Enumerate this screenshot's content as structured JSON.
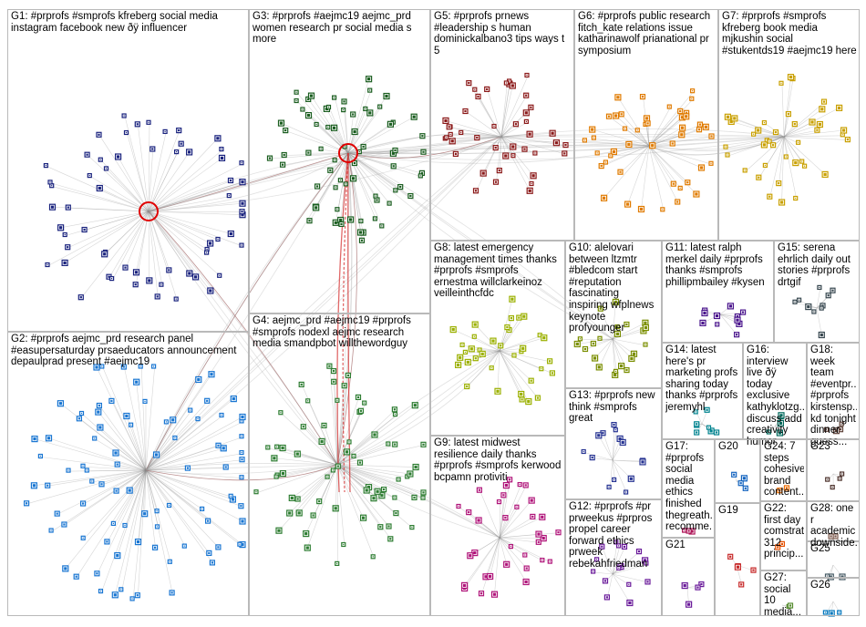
{
  "groups": [
    {
      "id": "G1",
      "label": "G1: #prprofs #smprofs kfreberg social media instagram facebook new ðÿ influencer",
      "color": "#1a237e"
    },
    {
      "id": "G2",
      "label": "G2: #prprofs aejmc_prd research panel #easupersaturday prsaeducators announcement depaulprad present #aejmc19",
      "color": "#1976d2"
    },
    {
      "id": "G3",
      "label": "G3: #prprofs #aejmc19 aejmc_prd women research pr social media s more",
      "color": "#1b5e20"
    },
    {
      "id": "G4",
      "label": "G4: aejmc_prd #aejmc19 #prprofs #smprofs nodexl aejmc research media smandpbot willthewordguy",
      "color": "#2e7d32"
    },
    {
      "id": "G5",
      "label": "G5: #prprofs prnews #leadership s human dominickalbano3 tips ways t 5",
      "color": "#8b1a1a"
    },
    {
      "id": "G6",
      "label": "G6: #prprofs public research fitch_kate relations issue katharinawolf prianational pr symposium",
      "color": "#e07b00"
    },
    {
      "id": "G7",
      "label": "G7: #prprofs #smprofs kfreberg book media mjkushin social #stukentds19 #aejmc19 here",
      "color": "#c9a000"
    },
    {
      "id": "G8",
      "label": "G8: latest emergency management times thanks #prprofs #smprofs ernestma willclarkeinoz veilleinthcfdc",
      "color": "#9bb000"
    },
    {
      "id": "G9",
      "label": "G9: latest midwest resilience daily thanks #prprofs #smprofs kerwood bcpamn protiviti",
      "color": "#b0157a"
    },
    {
      "id": "G10",
      "label": "G10: alelovari between ltzmtr #bledcom start #reputation fascinating inspiring wfplnews keynote profyounger",
      "color": "#7a8e00"
    },
    {
      "id": "G11",
      "label": "G11: latest ralph merkel daily #prprofs thanks #smprofs phillipmbailey #kysen",
      "color": "#4a148c"
    },
    {
      "id": "G12",
      "label": "G12: #prprofs #pr prweekus #prpros propel career forward ethics prweek rebekahfriedman",
      "color": "#6a1b9a"
    },
    {
      "id": "G13",
      "label": "G13: #prprofs new think #smprofs great",
      "color": "#283593"
    },
    {
      "id": "G14",
      "label": "G14: latest here's pr marketing profs sharing today thanks #prprofs jeremyhl",
      "color": "#00838f"
    },
    {
      "id": "G15",
      "label": "G15: serena ehrlich daily out stories #prprofs drtgif",
      "color": "#37474f"
    },
    {
      "id": "G16",
      "label": "G16: interview live ðÿ today exclusive kathyklotzg... discuss add creativity humor",
      "color": "#00695c"
    },
    {
      "id": "G17",
      "label": "G17: #prprofs social media ethics finished thegreath... recomme...",
      "color": "#ad1457"
    },
    {
      "id": "G18",
      "label": "G18: week team #eventpr... #prprofs kirstensp... kd tonight dinner guess...",
      "color": "#5d4037"
    },
    {
      "id": "G19",
      "label": "G19",
      "color": "#c62828"
    },
    {
      "id": "G20",
      "label": "G20",
      "color": "#1565c0"
    },
    {
      "id": "G21",
      "label": "G21",
      "color": "#6a1b9a"
    },
    {
      "id": "G22",
      "label": "G22: first day comstrat 312 princip...",
      "color": "#e65100"
    },
    {
      "id": "G23",
      "label": "G23",
      "color": "#4e342e"
    },
    {
      "id": "G24",
      "label": "G24: 7 steps cohesive brand content...",
      "color": "#ef6c00"
    },
    {
      "id": "G25",
      "label": "G25",
      "color": "#455a64"
    },
    {
      "id": "G26",
      "label": "G26",
      "color": "#0277bd"
    },
    {
      "id": "G27",
      "label": "G27: social 10 media...",
      "color": "#558b2f"
    },
    {
      "id": "G28",
      "label": "G28: one r academic downside...",
      "color": "#795548"
    }
  ]
}
